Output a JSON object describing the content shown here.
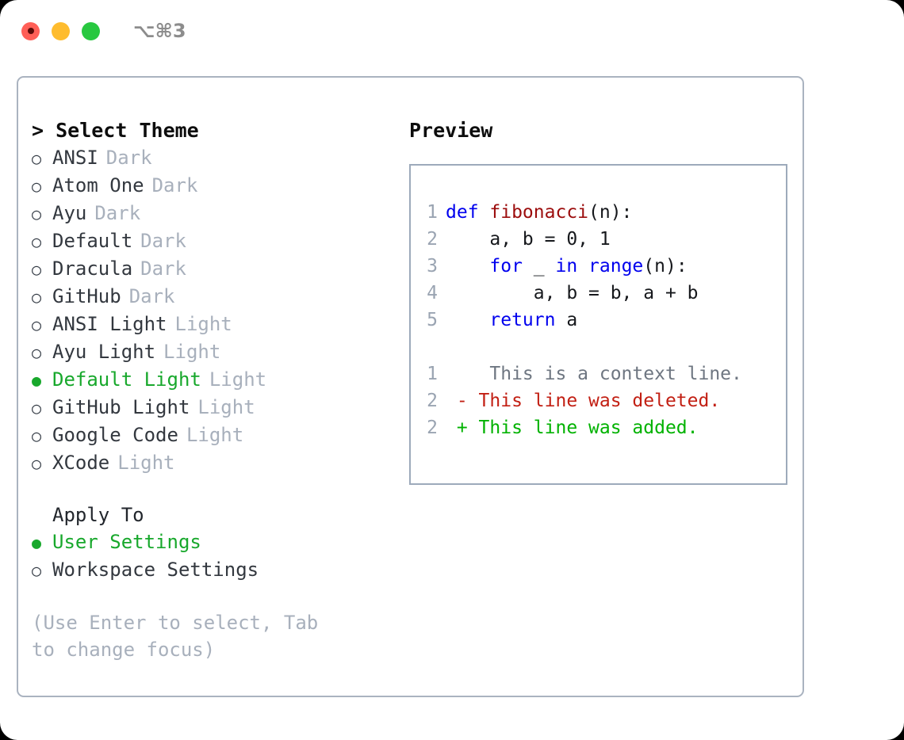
{
  "titlebar": {
    "shortcut": "⌥⌘3",
    "buttons": [
      {
        "name": "close",
        "color": "#ff5f57"
      },
      {
        "name": "minimize",
        "color": "#febc2e"
      },
      {
        "name": "maximize",
        "color": "#28c840"
      }
    ]
  },
  "theme_picker": {
    "header": "> Select Theme",
    "bullet_unselected": "○",
    "bullet_selected": "●",
    "options": [
      {
        "label": "ANSI",
        "category": "Dark",
        "selected": false
      },
      {
        "label": "Atom One",
        "category": "Dark",
        "selected": false
      },
      {
        "label": "Ayu",
        "category": "Dark",
        "selected": false
      },
      {
        "label": "Default",
        "category": "Dark",
        "selected": false
      },
      {
        "label": "Dracula",
        "category": "Dark",
        "selected": false
      },
      {
        "label": "GitHub",
        "category": "Dark",
        "selected": false
      },
      {
        "label": "ANSI Light",
        "category": "Light",
        "selected": false
      },
      {
        "label": "Ayu Light",
        "category": "Light",
        "selected": false
      },
      {
        "label": "Default Light",
        "category": "Light",
        "selected": true
      },
      {
        "label": "GitHub Light",
        "category": "Light",
        "selected": false
      },
      {
        "label": "Google Code",
        "category": "Light",
        "selected": false
      },
      {
        "label": "XCode",
        "category": "Light",
        "selected": false
      }
    ]
  },
  "apply_to": {
    "header": "Apply To",
    "options": [
      {
        "label": "User Settings",
        "selected": true
      },
      {
        "label": "Workspace Settings",
        "selected": false
      }
    ]
  },
  "hint": "(Use Enter to select, Tab to change focus)",
  "preview": {
    "title": "Preview",
    "code_lines": [
      {
        "no": "1",
        "tokens": [
          {
            "t": "def ",
            "c": "kw"
          },
          {
            "t": "fibonacci",
            "c": "fn"
          },
          {
            "t": "(n):",
            "c": "plain"
          }
        ]
      },
      {
        "no": "2",
        "tokens": [
          {
            "t": "    a, b = 0, 1",
            "c": "plain"
          }
        ]
      },
      {
        "no": "3",
        "tokens": [
          {
            "t": "    ",
            "c": "plain"
          },
          {
            "t": "for",
            "c": "kw"
          },
          {
            "t": " _ ",
            "c": "plain"
          },
          {
            "t": "in",
            "c": "kw"
          },
          {
            "t": " ",
            "c": "plain"
          },
          {
            "t": "range",
            "c": "kw"
          },
          {
            "t": "(n):",
            "c": "plain"
          }
        ]
      },
      {
        "no": "4",
        "tokens": [
          {
            "t": "        a, b = b, a + b",
            "c": "plain"
          }
        ]
      },
      {
        "no": "5",
        "tokens": [
          {
            "t": "    ",
            "c": "plain"
          },
          {
            "t": "return",
            "c": "kw"
          },
          {
            "t": " a",
            "c": "plain"
          }
        ]
      }
    ],
    "diff_lines": [
      {
        "no": "1",
        "marker": " ",
        "text": "  This is a context line.",
        "kind": "ctx"
      },
      {
        "no": "2",
        "marker": "-",
        "text": " This line was deleted.",
        "kind": "del"
      },
      {
        "no": "2",
        "marker": "+",
        "text": " This line was added.",
        "kind": "add"
      }
    ]
  },
  "colors": {
    "selected_green": "#18a82c",
    "diff_add_green": "#00b200",
    "diff_del_red": "#c21f13",
    "keyword_blue": "#0000ee",
    "function_red": "#9c0d0d",
    "muted_gray": "#a8b0bc",
    "border": "#aab3c0"
  }
}
